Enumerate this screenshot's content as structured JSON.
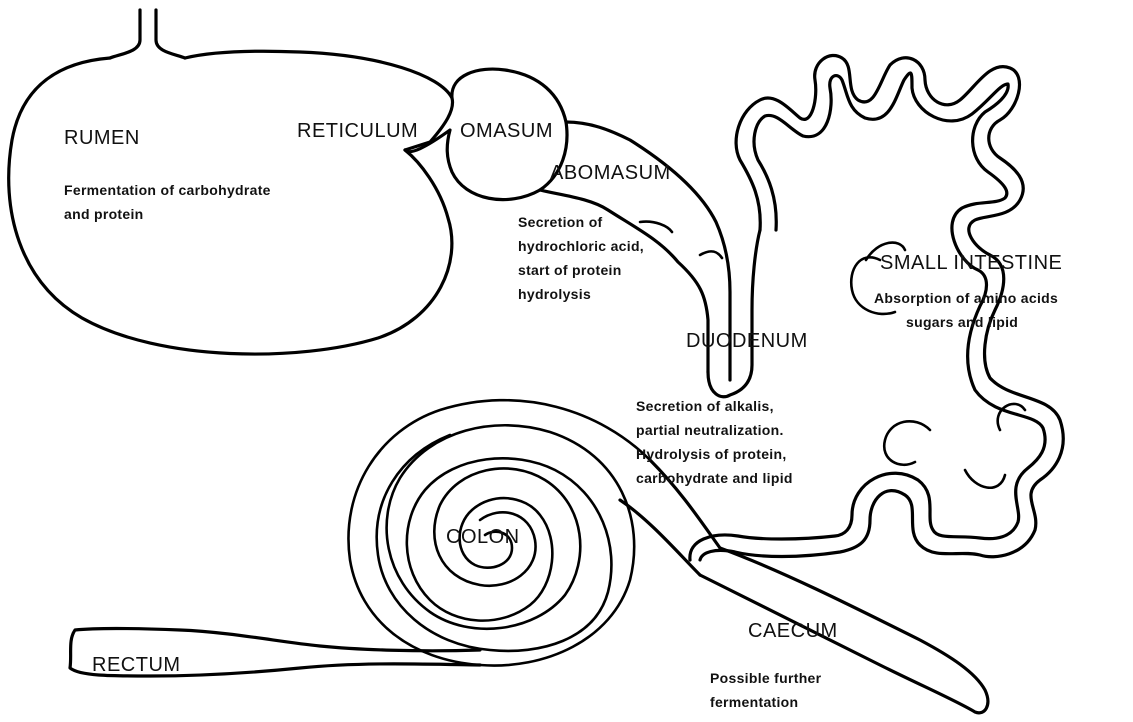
{
  "labels": {
    "rumen": "RUMEN",
    "reticulum": "RETICULUM",
    "omasum": "OMASUM",
    "abomasum": "ABOMASUM",
    "duodenum": "DUODENUM",
    "small_intestine": "SMALL INTESTINE",
    "colon": "COLON",
    "caecum": "CAECUM",
    "rectum": "RECTUM"
  },
  "descriptions": {
    "rumen": [
      "Fermentation of carbohydrate",
      "and protein"
    ],
    "abomasum": [
      "Secretion of",
      "hydrochloric acid,",
      "start of protein",
      "hydrolysis"
    ],
    "small_intestine": [
      "Absorption of amino acids",
      "sugars and lipid"
    ],
    "duodenum": [
      "Secretion of alkalis,",
      "partial neutralization.",
      "Hydrolysis of protein,",
      "carbohydrate and lipid"
    ],
    "caecum": [
      "Possible further",
      "fermentation"
    ]
  }
}
